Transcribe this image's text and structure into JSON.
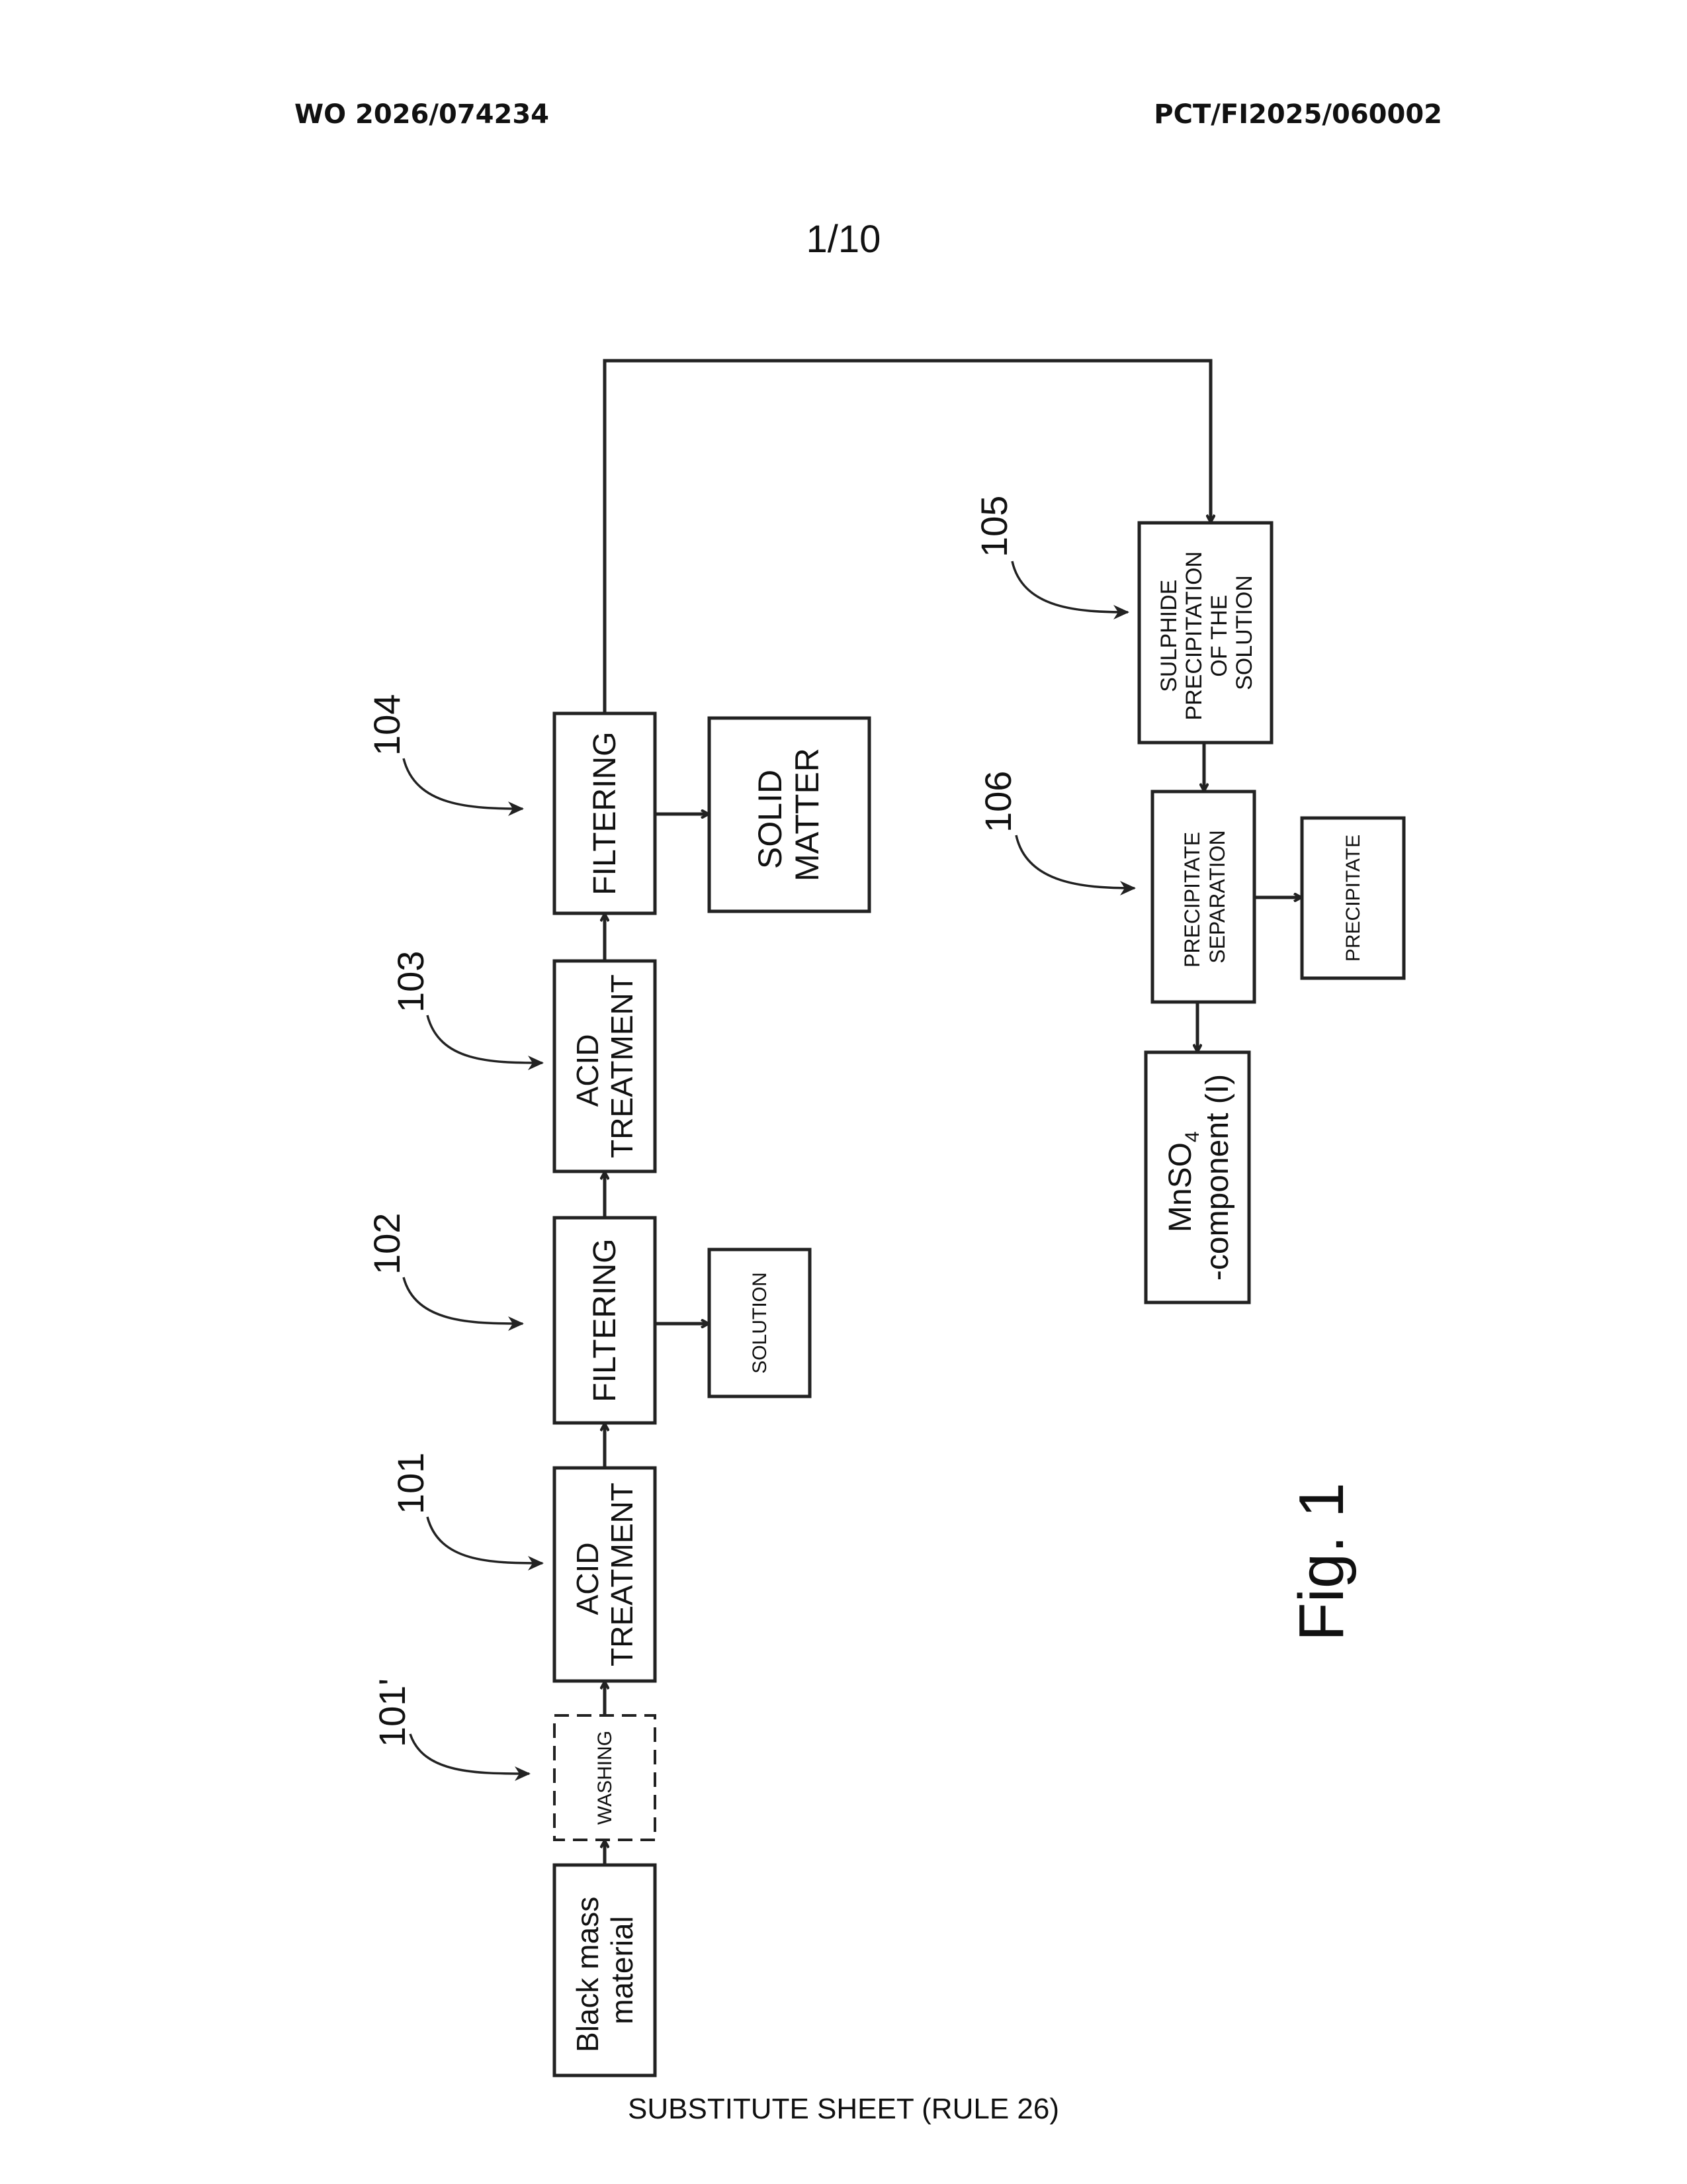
{
  "header": {
    "publication_number": "WO 2026/074234",
    "application_number": "PCT/FI2025/060002"
  },
  "sheet_number": "1/10",
  "footer": "SUBSTITUTE SHEET (RULE 26)",
  "figure_label": "Fig. 1",
  "boxes": {
    "black_mass": [
      "Black mass",
      "material"
    ],
    "washing": [
      "WASHING"
    ],
    "acid1": [
      "ACID",
      "TREATMENT"
    ],
    "filter1": [
      "FILTERING"
    ],
    "solution": [
      "SOLUTION"
    ],
    "acid2": [
      "ACID",
      "TREATMENT"
    ],
    "filter2": [
      "FILTERING"
    ],
    "solid": [
      "SOLID",
      "MATTER"
    ],
    "sulphide": [
      "SULPHIDE",
      "PRECIPITATION",
      "OF THE",
      "SOLUTION"
    ],
    "separation": [
      "PRECIPITATE",
      "SEPARATION"
    ],
    "precipitate": [
      "PRECIPITATE"
    ],
    "mnso4": [
      "MnSO",
      "4",
      "-component (I)"
    ]
  },
  "refs": {
    "r101p": "101'",
    "r101": "101",
    "r102": "102",
    "r103": "103",
    "r104": "104",
    "r105": "105",
    "r106": "106"
  }
}
